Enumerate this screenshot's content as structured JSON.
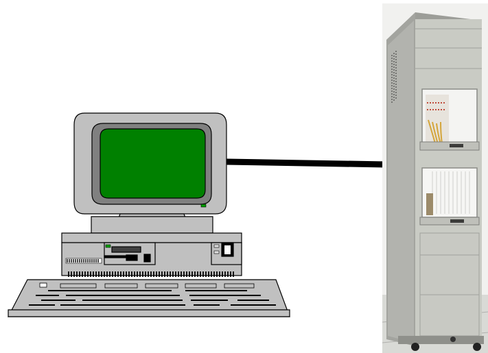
{
  "diagram": {
    "nodes": [
      {
        "id": "computer",
        "icon": "desktop-computer-icon",
        "screen_color": "#008000",
        "body_color": "#c0c0c0"
      },
      {
        "id": "rack",
        "icon": "equipment-rack-photo",
        "body_color": "#c9cbc4"
      }
    ],
    "links": [
      {
        "from": "computer",
        "to": "rack",
        "color": "#000000"
      }
    ]
  }
}
